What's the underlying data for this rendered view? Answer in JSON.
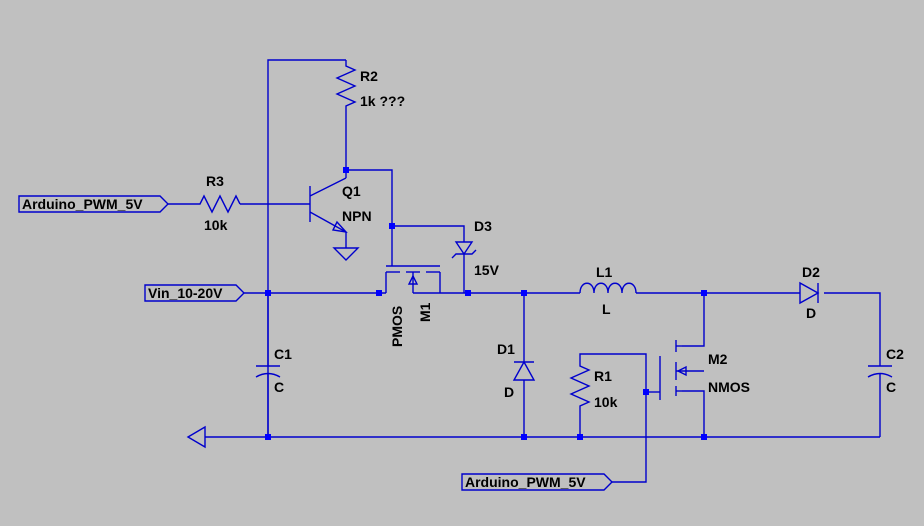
{
  "colors": {
    "background": "#c0c0c0",
    "wire": "#0000cc",
    "junction": "#0000ff",
    "text": "#000000"
  },
  "ports": {
    "pwm_left": "Arduino_PWM_5V",
    "vin": "Vin_10-20V",
    "pwm_bottom": "Arduino_PWM_5V"
  },
  "components": {
    "r2": {
      "ref": "R2",
      "value": "1k ???"
    },
    "r3": {
      "ref": "R3",
      "value": "10k"
    },
    "q1": {
      "ref": "Q1",
      "value": "NPN"
    },
    "d3": {
      "ref": "D3",
      "value": "15V"
    },
    "m1": {
      "ref": "M1",
      "value": "PMOS"
    },
    "l1": {
      "ref": "L1",
      "value": "L"
    },
    "d2": {
      "ref": "D2",
      "value": "D"
    },
    "c1": {
      "ref": "C1",
      "value": "C"
    },
    "d1": {
      "ref": "D1",
      "value": "D"
    },
    "r1": {
      "ref": "R1",
      "value": "10k"
    },
    "m2": {
      "ref": "M2",
      "value": "NMOS"
    },
    "c2": {
      "ref": "C2",
      "value": "C"
    }
  }
}
